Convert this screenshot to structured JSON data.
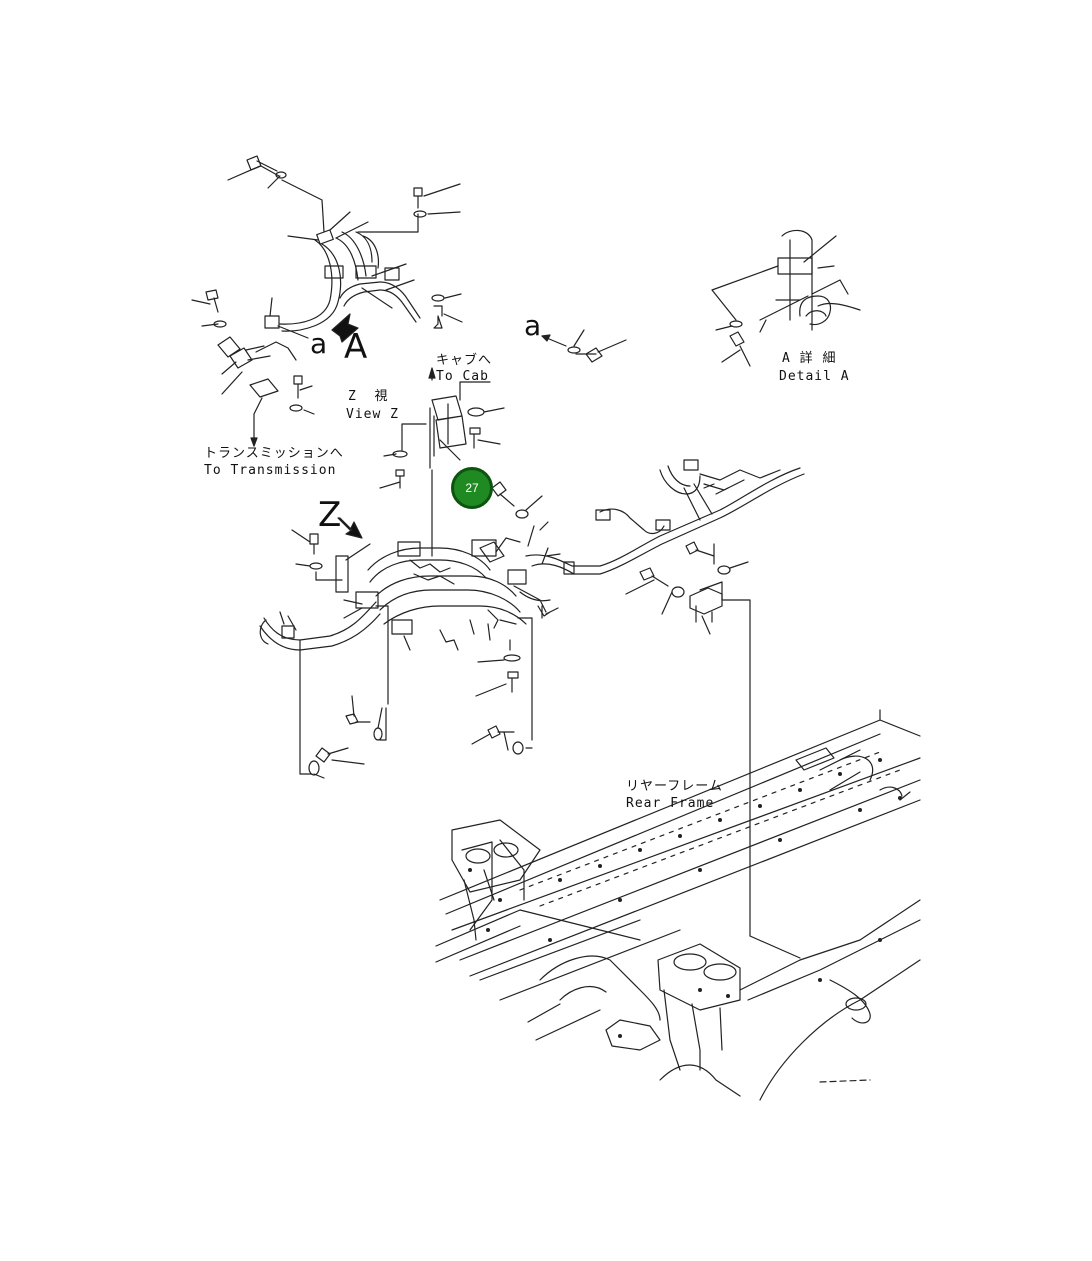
{
  "labels": {
    "view_z_jp": "Z  視",
    "view_z_en": "View Z",
    "to_cab_jp": "キャブへ",
    "to_cab_en": "To Cab",
    "to_transmission_jp": "トランスミッションへ",
    "to_transmission_en": "To Transmission",
    "detail_a_jp": "A 詳 細",
    "detail_a_en": "Detail A",
    "rear_frame_jp": "リヤーフレーム",
    "rear_frame_en": "Rear Frame",
    "marker_a_small": "a",
    "marker_A_big": "A",
    "marker_a_right": "a",
    "marker_z": "Z"
  },
  "callout": {
    "number": "27",
    "color": "#1f8a22"
  },
  "colors": {
    "line": "#222222",
    "background": "#ffffff"
  }
}
